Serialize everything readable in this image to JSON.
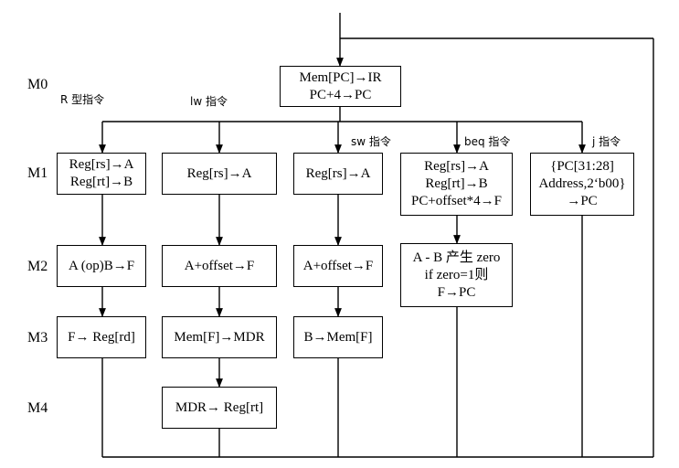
{
  "stages": [
    "M0",
    "M1",
    "M2",
    "M3",
    "M4"
  ],
  "fetch_box": [
    "Mem[PC]→IR",
    "PC+4→PC"
  ],
  "instruction_types": [
    "R 型指令",
    "lw 指令",
    "sw 指令",
    "beq 指令",
    "j 指令"
  ],
  "r_type": {
    "m1": [
      "Reg[rs]→A",
      "Reg[rt]→B"
    ],
    "m2": "A (op)B→F",
    "m3": "F→ Reg[rd]"
  },
  "lw": {
    "m1": "Reg[rs]→A",
    "m2": "A+offset→F",
    "m3": "Mem[F]→MDR",
    "m4": "MDR→ Reg[rt]"
  },
  "sw": {
    "m1": "Reg[rs]→A",
    "m2": "A+offset→F",
    "m3": "B→Mem[F]"
  },
  "beq": {
    "m1": [
      "Reg[rs]→A",
      "Reg[rt]→B",
      "PC+offset*4→F"
    ],
    "m2": [
      "A - B 产生 zero",
      "if zero=1则",
      "F→PC"
    ]
  },
  "j": {
    "m1": [
      "{PC[31:28]",
      "Address,2‘b00}",
      "→PC"
    ]
  }
}
